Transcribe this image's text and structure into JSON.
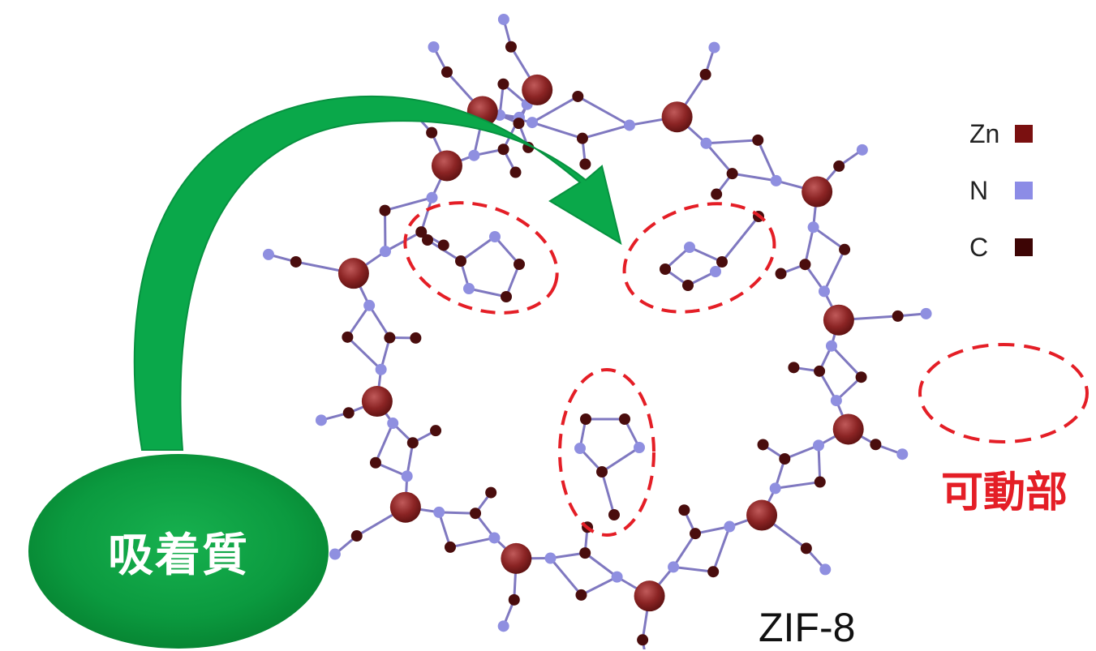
{
  "diagram": {
    "adsorbate_label": "吸着質",
    "mobile_part_label": "可動部",
    "framework_label": "ZIF-8",
    "legend": [
      {
        "element": "Zn",
        "color": "#7a1010"
      },
      {
        "element": "N",
        "color": "#8c8ce6"
      },
      {
        "element": "C",
        "color": "#3d0505"
      }
    ],
    "colors": {
      "zinc": "#8b2424",
      "nitrogen": "#8f8fe0",
      "carbon": "#4a0d0d",
      "bond": "#7f78c0",
      "arrow": "#0aa84a",
      "adsorbate_bubble": "#0d9a3e",
      "highlight": "#e41e26"
    }
  }
}
